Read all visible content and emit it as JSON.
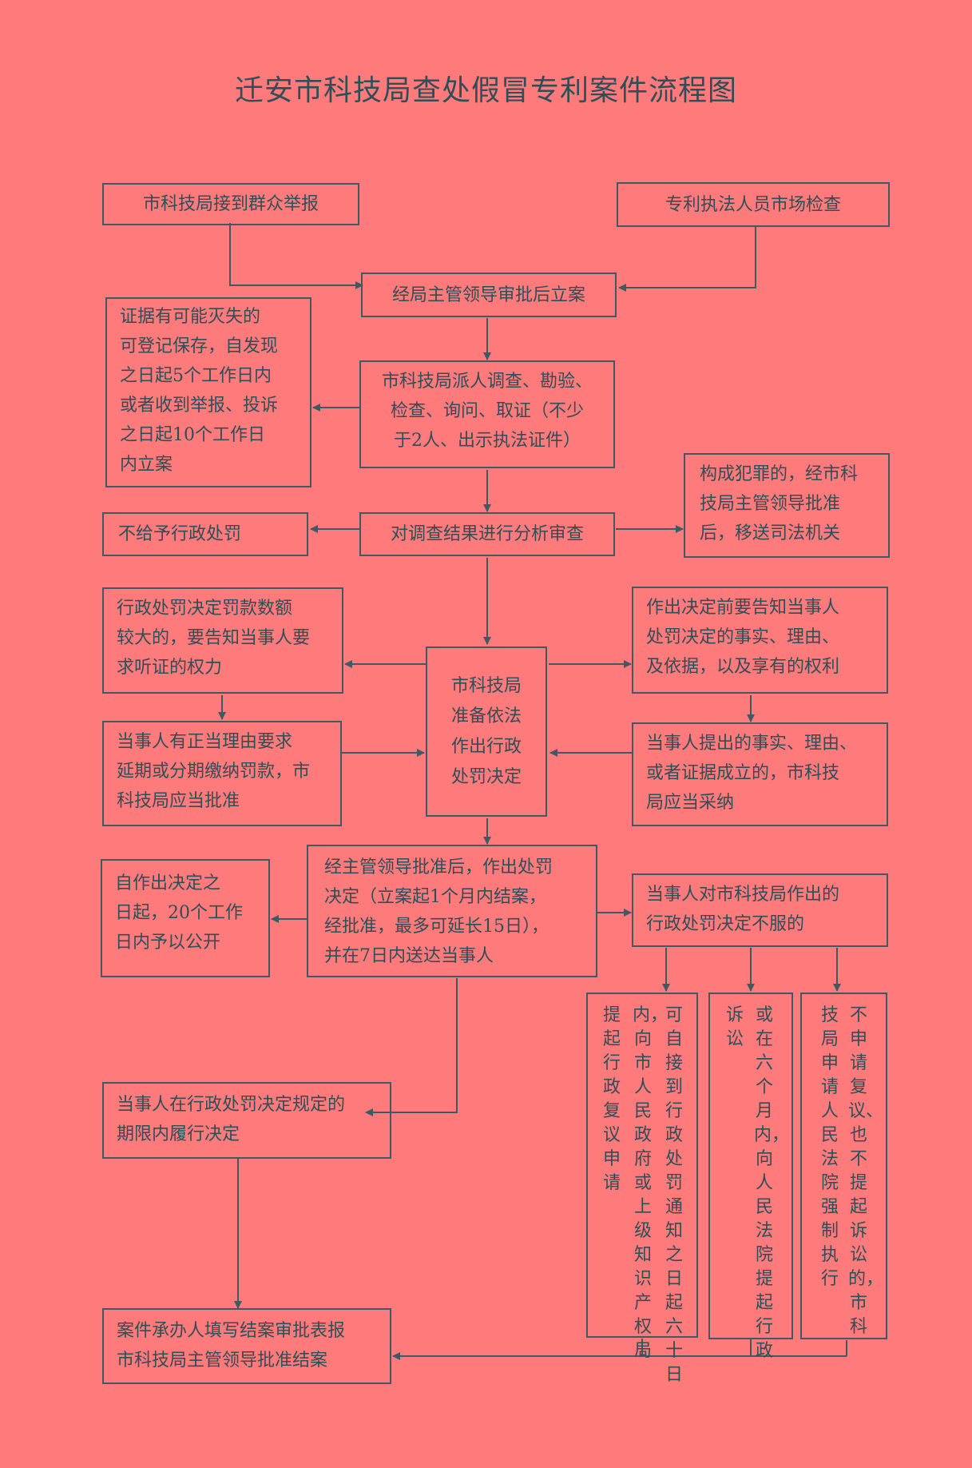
{
  "title": "迁安市科技局查处假冒专利案件流程图",
  "colors": {
    "background": "#ff7b7b",
    "line": "#3e5b64",
    "text": "#2f4f58"
  },
  "boxes": {
    "report": "市科技局接到群众举报",
    "inspection": "专利执法人员市场检查",
    "approval_filing": "经局主管领导审批后立案",
    "evidence_preservation": "证据有可能灭失的\n可登记保存，自发现\n之日起5个工作日内\n或者收到举报、投诉\n之日起10个工作日\n内立案",
    "investigation": "市科技局派人调查、勘验、\n检查、询问、取证（不少\n于2人、出示执法证件）",
    "no_penalty": "不给予行政处罚",
    "analysis": "对调查结果进行分析审查",
    "crime_transfer": "构成犯罪的，经市科\n技局主管领导批准\n后，移送司法机关",
    "hearing_right": "行政处罚决定罚款数额\n较大的，要告知当事人要\n求听证的权力",
    "prepare_decision": "市科技局\n准备依法\n作出行政\n处罚决定",
    "inform_party": "作出决定前要告知当事人\n处罚决定的事实、理由、\n及依据，以及享有的权利",
    "deferred_payment": "当事人有正当理由要求\n延期或分期缴纳罚款，市\n科技局应当批准",
    "adopt_facts": "当事人提出的事实、理由、\n或者证据成立的，市科技\n局应当采纳",
    "publicize": "自作出决定之\n日起，20个工作\n日内予以公开",
    "issue_decision": "经主管领导批准后，作出处罚\n决定（立案起1个月内结案，\n经批准，最多可延长15日），\n并在7日内送达当事人",
    "party_disagrees": "当事人对市科技局作出的\n行政处罚决定不服的",
    "perform_decision": "当事人在行政处罚决定规定的\n期限内履行决定",
    "close_case": "案件承办人填写结案审批表报\n市科技局主管领导批准结案"
  },
  "vertical_boxes": {
    "reconsideration": [
      "可自接到行政处罚通知之日起六十日",
      "内，向市人民政府或上级知识产权局",
      "提起行政复议申请"
    ],
    "litigation": [
      "或在六个月内，向人民法院提起行政",
      "诉讼"
    ],
    "enforcement": [
      "不申请复议、也不提起诉讼的，市科",
      "技局申请人民法院强制执行"
    ]
  }
}
